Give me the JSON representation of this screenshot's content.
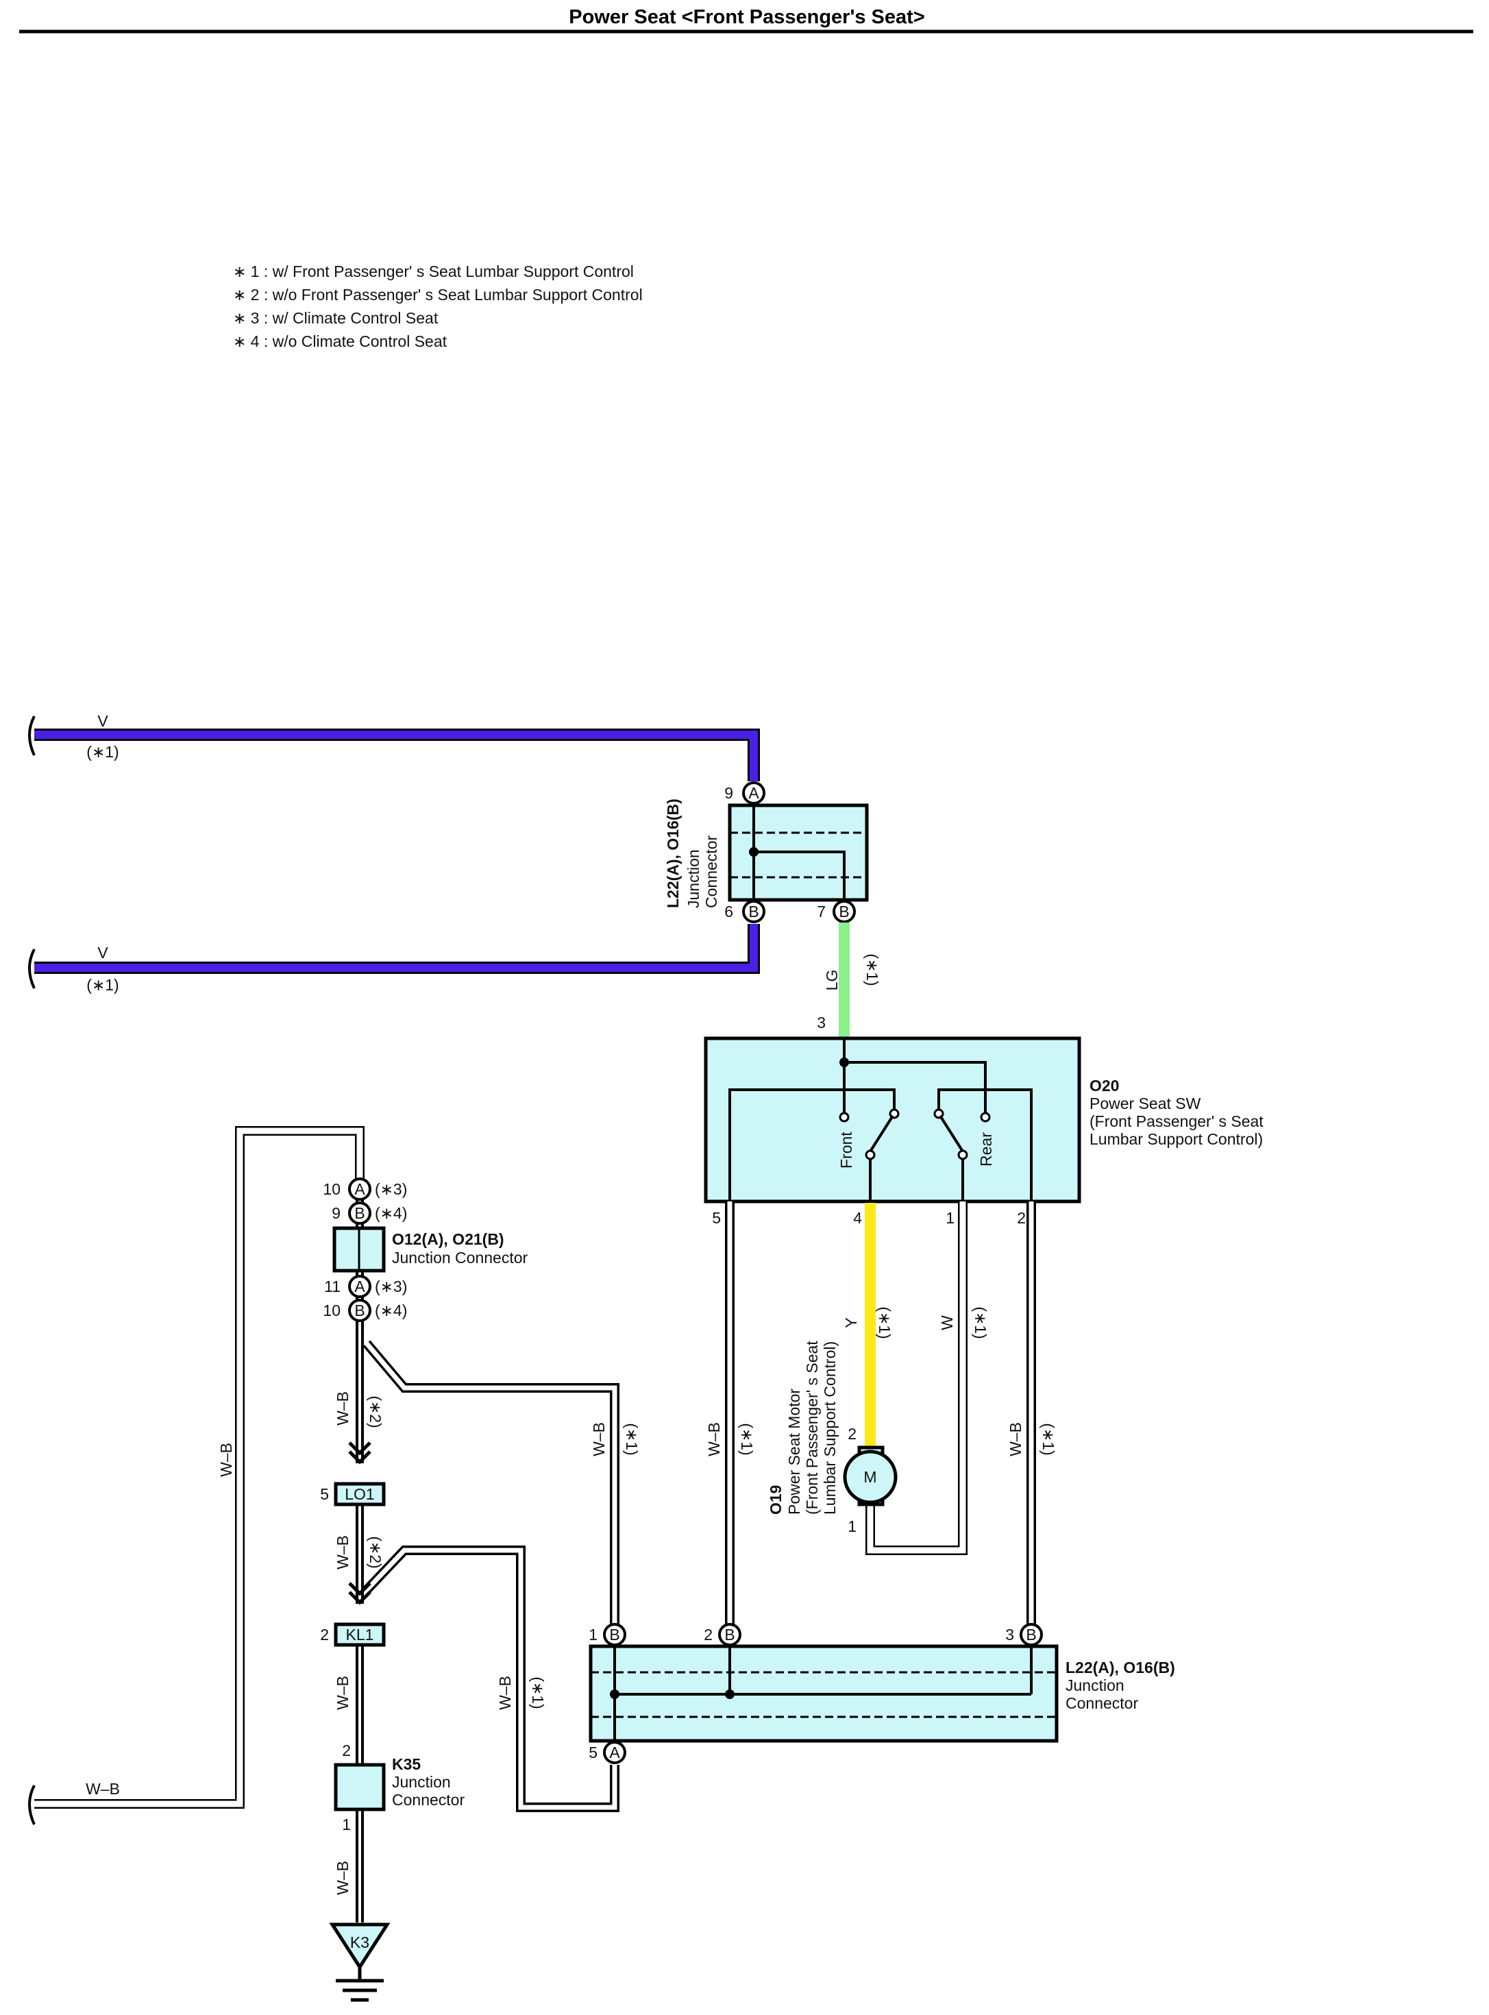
{
  "title": "Power Seat <Front Passenger's Seat>",
  "notes": [
    "∗ 1 : w/ Front Passenger'  s Seat Lumbar Support Control",
    "∗ 2 : w/o Front Passenger'  s Seat Lumbar Support Control",
    "∗ 3 : w/ Climate Control Seat",
    "∗ 4 : w/o Climate Control Seat"
  ],
  "colors": {
    "violet": "#4a1fe6",
    "light_green": "#8cf08c",
    "yellow": "#ffe81a",
    "connector_fill": "#cdf6f8"
  },
  "wires": {
    "v_top": {
      "color": "V",
      "note": "(∗1)"
    },
    "v_bottom": {
      "color": "V",
      "note": "(∗1)"
    },
    "lg": {
      "color": "LG",
      "note": "(∗1)"
    },
    "y": {
      "color": "Y",
      "note": "(∗1)"
    },
    "w": {
      "color": "W",
      "note": "(∗1)"
    },
    "wb_left": {
      "color": "W–B"
    },
    "wb_long": {
      "color": "W–B"
    },
    "wb_1": {
      "color": "W–B",
      "note": "(∗2)"
    },
    "wb_2": {
      "color": "W–B",
      "note": "(∗2)"
    },
    "wb_3": {
      "color": "W–B"
    },
    "wb_4": {
      "color": "W–B"
    },
    "wb_5": {
      "color": "W–B",
      "note": "(∗1)"
    },
    "wb_6": {
      "color": "W–B",
      "note": "(∗1)"
    },
    "wb_7": {
      "color": "W–B",
      "note": "(∗1)"
    },
    "wb_8": {
      "color": "W–B",
      "note": "(∗1)"
    }
  },
  "components": {
    "jc_top": {
      "id": "L22(A), O16(B)",
      "name1": "Junction",
      "name2": "Connector",
      "pin_9": "9",
      "pin_9_label": "A",
      "pin_6": "6",
      "pin_6_label": "B",
      "pin_7": "7",
      "pin_7_label": "B"
    },
    "o20": {
      "id": "O20",
      "name": "Power Seat SW",
      "sub1": "(Front Passenger'  s Seat",
      "sub2": " Lumbar Support Control)",
      "front": "Front",
      "rear": "Rear",
      "pin_3": "3",
      "pin_5": "5",
      "pin_4": "4",
      "pin_1": "1",
      "pin_2": "2"
    },
    "o12": {
      "id": "O12(A), O21(B)",
      "name": "Junction Connector",
      "p10": "10",
      "p10_label": "A",
      "p10_note": "(∗3)",
      "p9": "9",
      "p9_label": "B",
      "p9_note": "(∗4)",
      "p11": "11",
      "p11_label": "A",
      "p11_note": "(∗3)",
      "p10b": "10",
      "p10b_label": "B",
      "p10b_note": "(∗4)"
    },
    "o19": {
      "id": "O19",
      "name": "Power Seat Motor",
      "sub1": "(Front Passenger'  s Seat",
      "sub2": " Lumbar Support Control)",
      "motor": "M",
      "pin_2": "2",
      "pin_1": "1"
    },
    "lo1": {
      "label": "LO1",
      "pin": "5"
    },
    "kl1": {
      "label": "KL1",
      "pin": "2"
    },
    "jc_bottom": {
      "id": "L22(A), O16(B)",
      "name1": "Junction",
      "name2": "Connector",
      "p1": "1",
      "p1_label": "B",
      "p2": "2",
      "p2_label": "B",
      "p3": "3",
      "p3_label": "B",
      "p5": "5",
      "p5_label": "A"
    },
    "k35": {
      "id": "K35",
      "name1": "Junction",
      "name2": "Connector",
      "pin_2": "2",
      "pin_1": "1"
    },
    "k3": {
      "label": "K3"
    }
  }
}
